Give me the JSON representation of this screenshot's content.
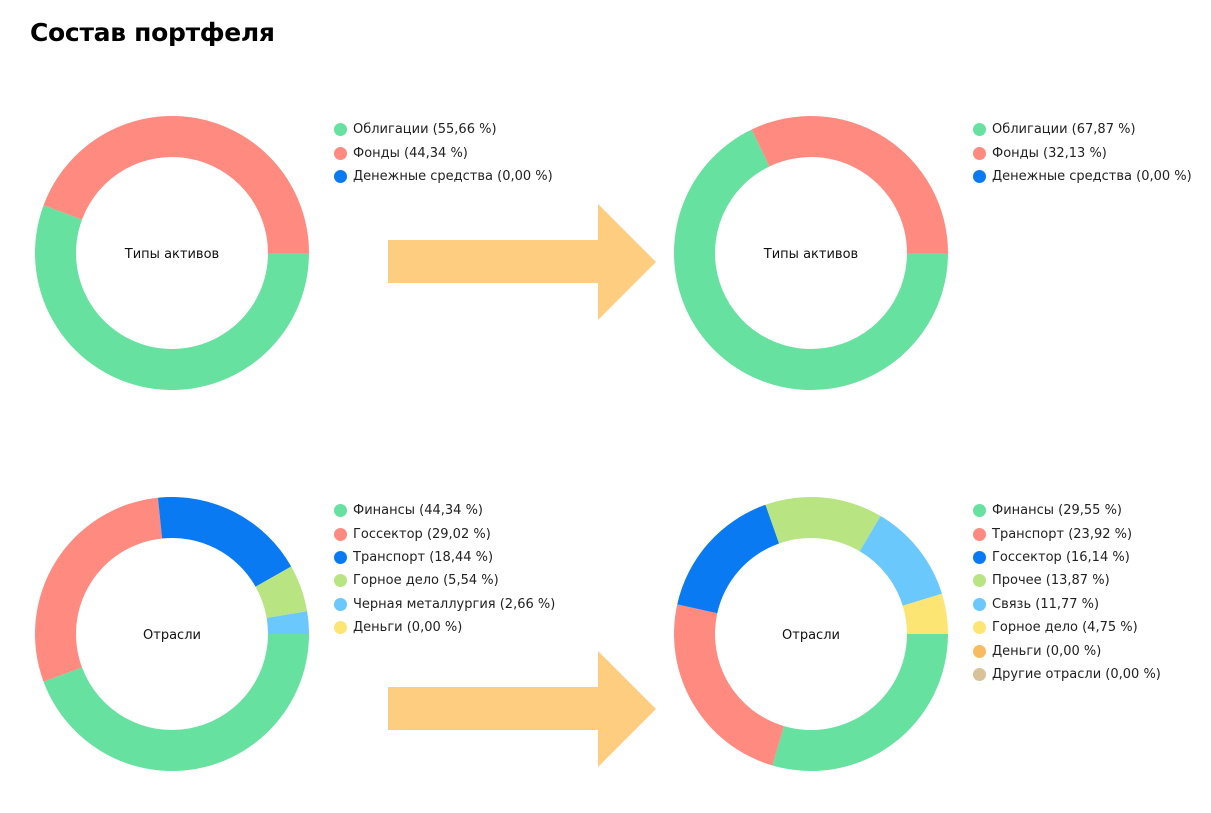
{
  "page": {
    "title": "Состав портфеля"
  },
  "colors": {
    "green": "#66e19f",
    "salmon": "#ff8a80",
    "blue": "#0a7af3",
    "light_green": "#b8e582",
    "light_blue": "#6ac8fc",
    "yellow": "#fde573",
    "orange": "#f7bc62",
    "tan": "#d9c198",
    "arrow": "#ffcd80"
  },
  "chart_data": [
    {
      "type": "pie",
      "variant": "donut",
      "center_label": "Типы активов",
      "legend_placement": "right",
      "slices": [
        {
          "label": "Облигации (55,66 %)",
          "value": 55.66,
          "color": "#66e19f"
        },
        {
          "label": "Фонды (44,34 %)",
          "value": 44.34,
          "color": "#ff8a80"
        },
        {
          "label": "Денежные средства (0,00 %)",
          "value": 0.0,
          "color": "#0a7af3"
        }
      ]
    },
    {
      "type": "pie",
      "variant": "donut",
      "center_label": "Типы активов",
      "legend_placement": "right",
      "slices": [
        {
          "label": "Облигации (67,87 %)",
          "value": 67.87,
          "color": "#66e19f"
        },
        {
          "label": "Фонды (32,13 %)",
          "value": 32.13,
          "color": "#ff8a80"
        },
        {
          "label": "Денежные средства (0,00 %)",
          "value": 0.0,
          "color": "#0a7af3"
        }
      ]
    },
    {
      "type": "pie",
      "variant": "donut",
      "center_label": "Отрасли",
      "legend_placement": "right",
      "slices": [
        {
          "label": "Финансы (44,34 %)",
          "value": 44.34,
          "color": "#66e19f"
        },
        {
          "label": "Госсектор (29,02 %)",
          "value": 29.02,
          "color": "#ff8a80"
        },
        {
          "label": "Транспорт (18,44 %)",
          "value": 18.44,
          "color": "#0a7af3"
        },
        {
          "label": "Горное дело (5,54 %)",
          "value": 5.54,
          "color": "#b8e582"
        },
        {
          "label": "Черная металлургия (2,66 %)",
          "value": 2.66,
          "color": "#6ac8fc"
        },
        {
          "label": "Деньги (0,00 %)",
          "value": 0.0,
          "color": "#fde573"
        }
      ]
    },
    {
      "type": "pie",
      "variant": "donut",
      "center_label": "Отрасли",
      "legend_placement": "right",
      "slices": [
        {
          "label": "Финансы (29,55 %)",
          "value": 29.55,
          "color": "#66e19f"
        },
        {
          "label": "Транспорт (23,92 %)",
          "value": 23.92,
          "color": "#ff8a80"
        },
        {
          "label": "Госсектор (16,14 %)",
          "value": 16.14,
          "color": "#0a7af3"
        },
        {
          "label": "Прочее (13,87 %)",
          "value": 13.87,
          "color": "#b8e582"
        },
        {
          "label": "Связь (11,77 %)",
          "value": 11.77,
          "color": "#6ac8fc"
        },
        {
          "label": "Горное дело (4,75 %)",
          "value": 4.75,
          "color": "#fde573"
        },
        {
          "label": "Деньги (0,00 %)",
          "value": 0.0,
          "color": "#f7bc62"
        },
        {
          "label": "Другие отрасли (0,00 %)",
          "value": 0.0,
          "color": "#d9c198"
        }
      ]
    }
  ]
}
